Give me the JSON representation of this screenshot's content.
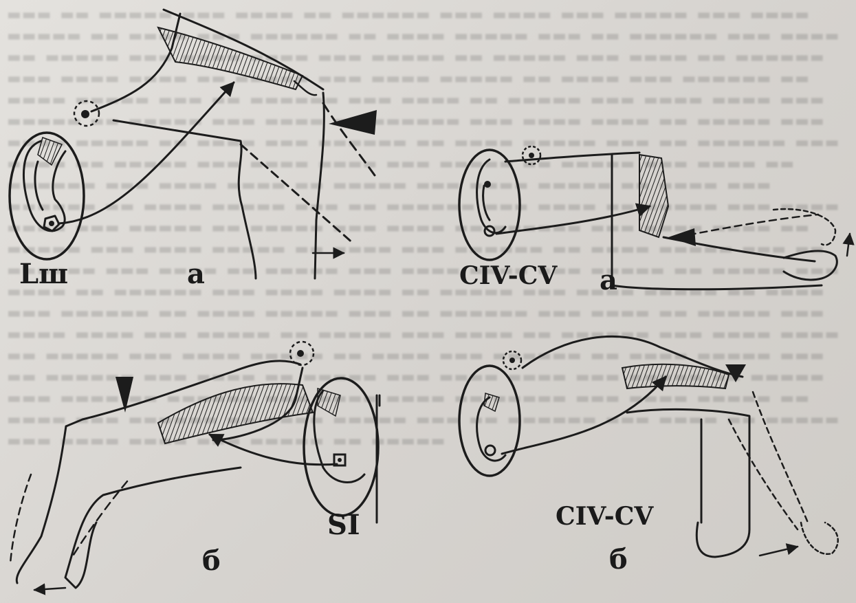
{
  "labels": {
    "panel_tl_segment": "Lш",
    "panel_tl_letter": "а",
    "panel_tr_segment": "CIV-CV",
    "panel_tr_letter": "а",
    "panel_bl_segment": "SI",
    "panel_bl_letter": "б",
    "panel_br_segment": "CIV-CV",
    "panel_br_letter": "б"
  },
  "colors": {
    "ink": "#1c1c1c",
    "paper": "#dcdad6"
  }
}
